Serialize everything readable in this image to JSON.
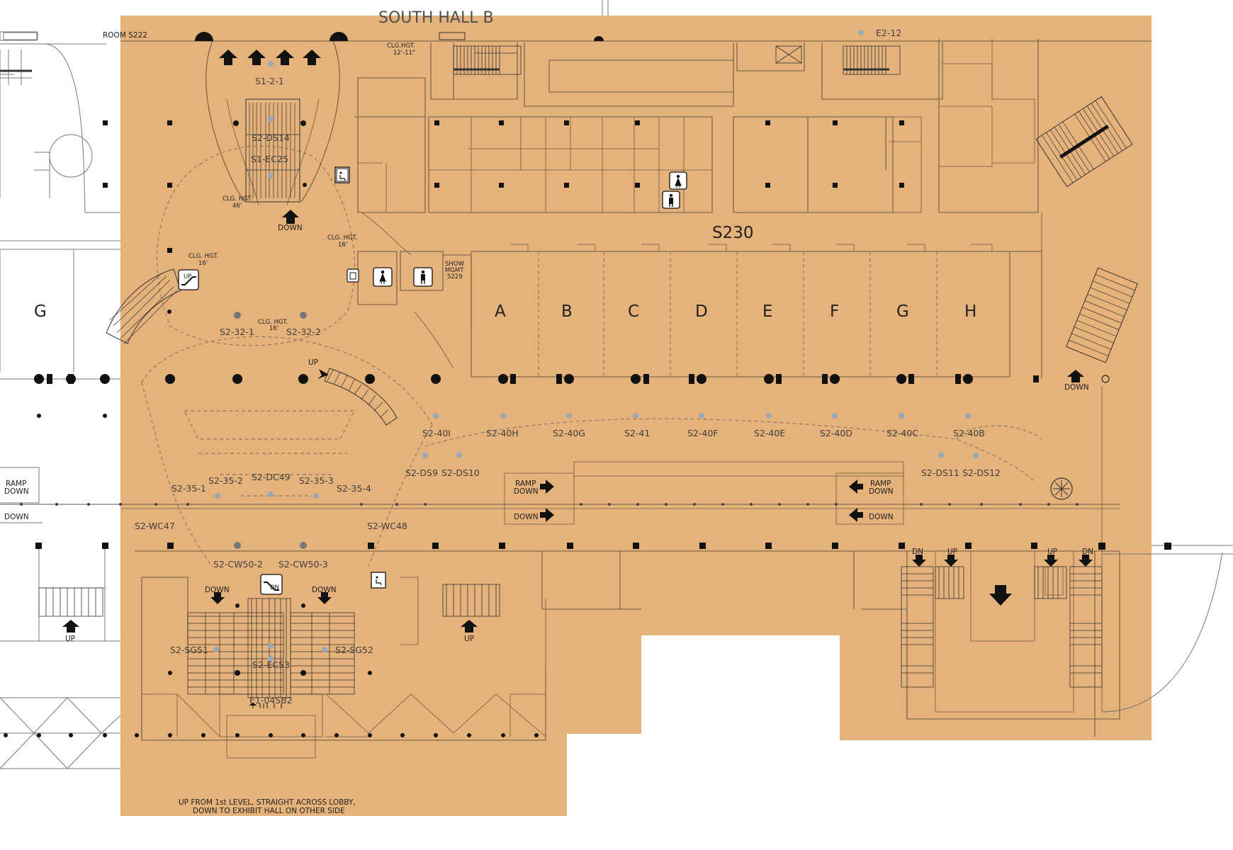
{
  "hall_title": "SOUTH HALL B",
  "room_label_top_left": "ROOM S222",
  "room_main": "S230",
  "ceiling_heights": [
    "CLG.HGT.\n12'-11\"",
    "CLG. HGT.\n46'",
    "CLG. HGT.\n16'",
    "CLG. HGT.\n16'",
    "CLG. HGT.\n16'"
  ],
  "ceiling_texts": {
    "top": "CLG.HGT.",
    "top_val": "12'-11\"",
    "center": "CLG. HGT.",
    "center_val": "46'",
    "left": "CLG. HGT.",
    "left_val": "16'",
    "right": "CLG. HGT.",
    "right_val": "16'",
    "lower": "CLG. HGT.",
    "lower_val": "16'"
  },
  "show_mgmt": {
    "line1": "SHOW",
    "line2": "MGMT",
    "line3": "S229"
  },
  "meeting_rooms": [
    "A",
    "B",
    "C",
    "D",
    "E",
    "F",
    "G",
    "H"
  ],
  "left_room": "G",
  "nodes": {
    "e2_12": "E2-12",
    "s1_2_1": "S1-2-1",
    "s2_ds14": "S2-DS14",
    "s1_ec25": "S1-EC25",
    "s2_32_1": "S2-32-1",
    "s2_32_2": "S2-32-2",
    "s2_40i": "S2-40I",
    "s2_40h": "S2-40H",
    "s2_40g": "S2-40G",
    "s2_41": "S2-41",
    "s2_40f": "S2-40F",
    "s2_40e": "S2-40E",
    "s2_40d": "S2-40D",
    "s2_40c": "S2-40C",
    "s2_40b": "S2-40B",
    "s2_ds9": "S2-DS9",
    "s2_ds10": "S2-DS10",
    "s2_ds11": "S2-DS11",
    "s2_ds12": "S2-DS12",
    "s2_35_1": "S2-35-1",
    "s2_35_2": "S2-35-2",
    "s2_dc49": "S2-DC49",
    "s2_35_3": "S2-35-3",
    "s2_35_4": "S2-35-4",
    "s2_wc47": "S2-WC47",
    "s2_wc48": "S2-WC48",
    "s2_cw50_2": "S2-CW50-2",
    "s2_cw50_3": "S2-CW50-3",
    "s2_sg51": "S2-SG51",
    "s2_sg52": "S2-SG52",
    "s2_ec53": "S2-EC53",
    "e1_04sb2": "E1-04SB2"
  },
  "directions": {
    "down": "DOWN",
    "up": "UP",
    "dn": "DN",
    "ramp": "RAMP",
    "ramp_down_1": "RAMP",
    "ramp_down_2": "DOWN"
  },
  "footer_note": {
    "line1": "UP FROM 1st LEVEL, STRAIGHT ACROSS LOBBY,",
    "line2": "DOWN TO EXHIBIT HALL ON OTHER SIDE"
  },
  "colors": {
    "floor": "#e6b27b",
    "wall": "#6e5a45",
    "node": "#9aa7b5",
    "text": "#3f3f3f"
  },
  "icons": [
    "restroom-women-icon",
    "restroom-men-icon",
    "accessible-elevator-icon",
    "escalator-icon",
    "phone-icon",
    "arrow-icon",
    "column-icon",
    "tree-icon"
  ]
}
